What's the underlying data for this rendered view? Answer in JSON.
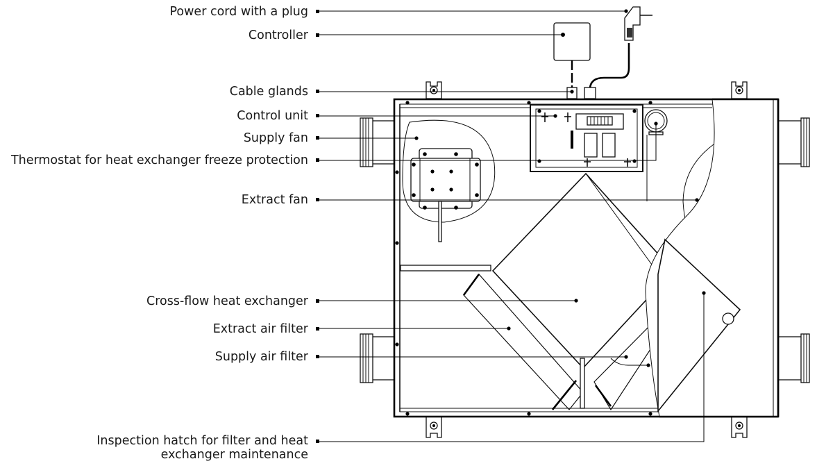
{
  "title": "Air handling unit components",
  "colors": {
    "line": "#000000",
    "text": "#1a1a1a",
    "background": "#ffffff"
  },
  "callouts": [
    {
      "id": "power-cord",
      "lines": [
        "Power cord with a plug"
      ]
    },
    {
      "id": "controller",
      "lines": [
        "Controller"
      ]
    },
    {
      "id": "cable-glands",
      "lines": [
        "Cable glands"
      ]
    },
    {
      "id": "control-unit",
      "lines": [
        "Control unit"
      ]
    },
    {
      "id": "supply-fan",
      "lines": [
        "Supply fan"
      ]
    },
    {
      "id": "thermostat",
      "lines": [
        "Thermostat for heat exchanger freeze protection"
      ]
    },
    {
      "id": "extract-fan",
      "lines": [
        "Extract fan"
      ]
    },
    {
      "id": "heat-exchanger",
      "lines": [
        "Cross-flow heat exchanger"
      ]
    },
    {
      "id": "extract-air-filter",
      "lines": [
        "Extract air filter"
      ]
    },
    {
      "id": "supply-air-filter",
      "lines": [
        "Supply air filter"
      ]
    },
    {
      "id": "inspection-hatch",
      "lines": [
        "Inspection hatch for filter and heat",
        "exchanger maintenance"
      ]
    }
  ]
}
